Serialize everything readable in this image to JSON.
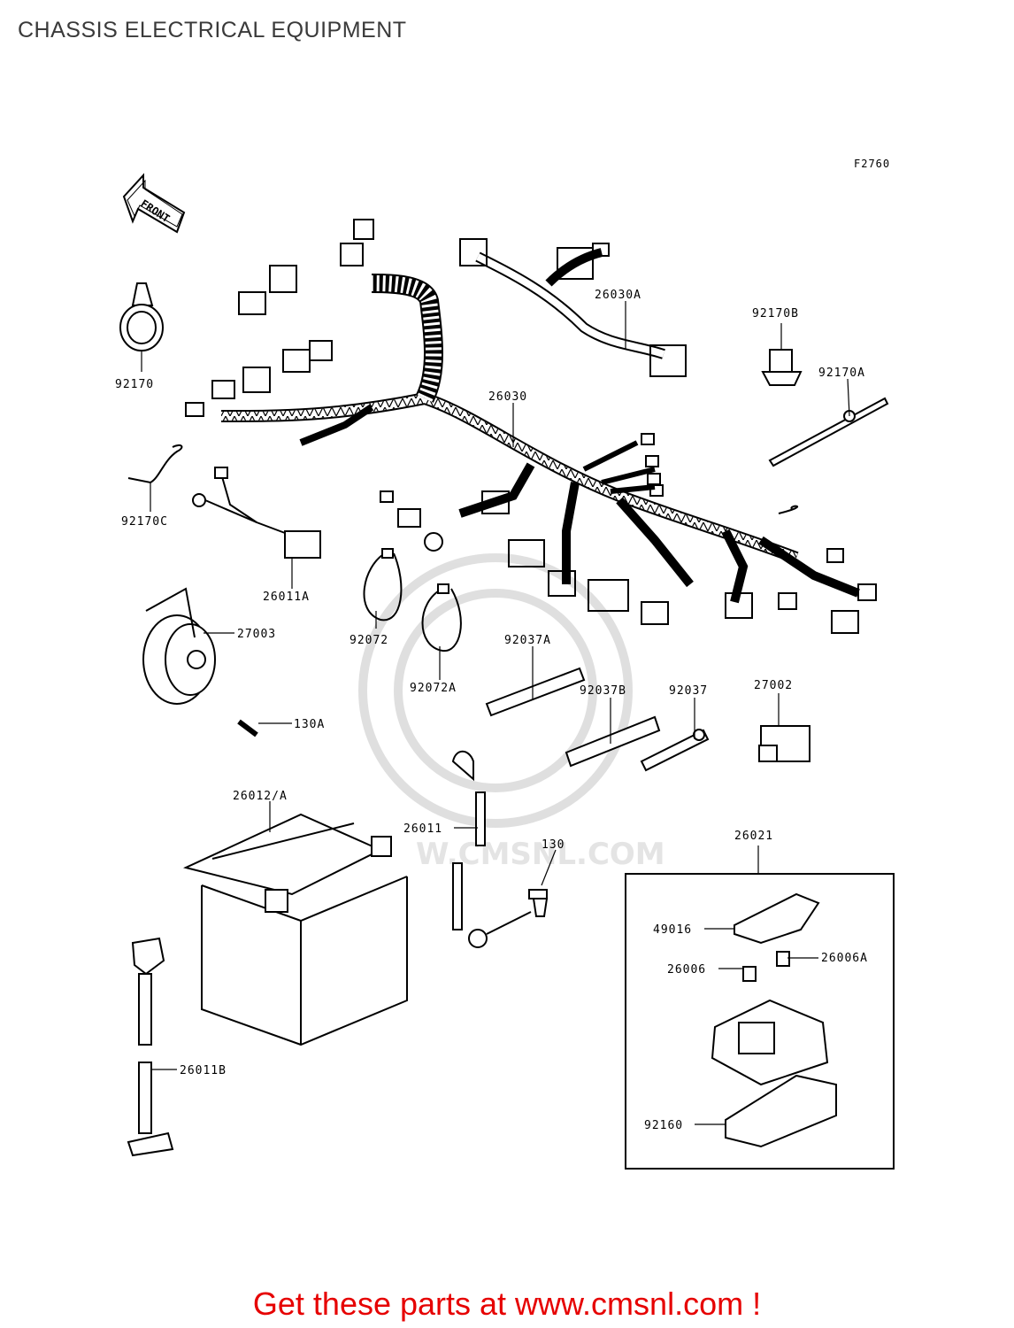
{
  "page": {
    "title": "CHASSIS ELECTRICAL EQUIPMENT",
    "figure_code": "F2760",
    "front_arrow_label": "FRONT",
    "watermark": "W.CMSNL.COM",
    "promo": "Get these parts at www.cmsnl.com !"
  },
  "parts": [
    {
      "label": "26030A"
    },
    {
      "label": "92170B"
    },
    {
      "label": "92170A"
    },
    {
      "label": "92170"
    },
    {
      "label": "26030"
    },
    {
      "label": "92170C"
    },
    {
      "label": "26011A"
    },
    {
      "label": "27003"
    },
    {
      "label": "92072"
    },
    {
      "label": "92072A"
    },
    {
      "label": "92037A"
    },
    {
      "label": "92037B"
    },
    {
      "label": "92037"
    },
    {
      "label": "27002"
    },
    {
      "label": "130A"
    },
    {
      "label": "26012/A"
    },
    {
      "label": "26011"
    },
    {
      "label": "130"
    },
    {
      "label": "26021"
    },
    {
      "label": "49016"
    },
    {
      "label": "26006"
    },
    {
      "label": "26006A"
    },
    {
      "label": "26011B"
    },
    {
      "label": "92160"
    }
  ]
}
